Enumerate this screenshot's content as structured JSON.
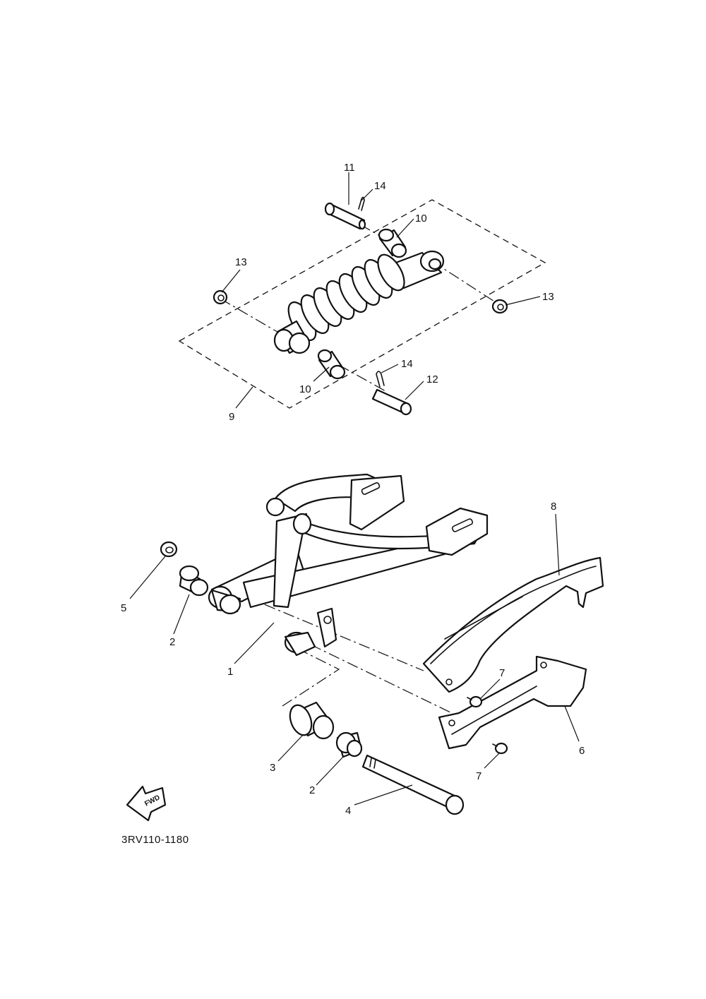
{
  "labels": {
    "l1": "1",
    "l2a": "2",
    "l2b": "2",
    "l3": "3",
    "l4": "4",
    "l5": "5",
    "l6": "6",
    "l7a": "7",
    "l7b": "7",
    "l8": "8",
    "l9": "9",
    "l10a": "10",
    "l10b": "10",
    "l11": "11",
    "l12": "12",
    "l13a": "13",
    "l13b": "13",
    "l14a": "14",
    "l14b": "14"
  },
  "fwd_arrow_text": "FWD",
  "diagram_code": "3RV110-1180"
}
